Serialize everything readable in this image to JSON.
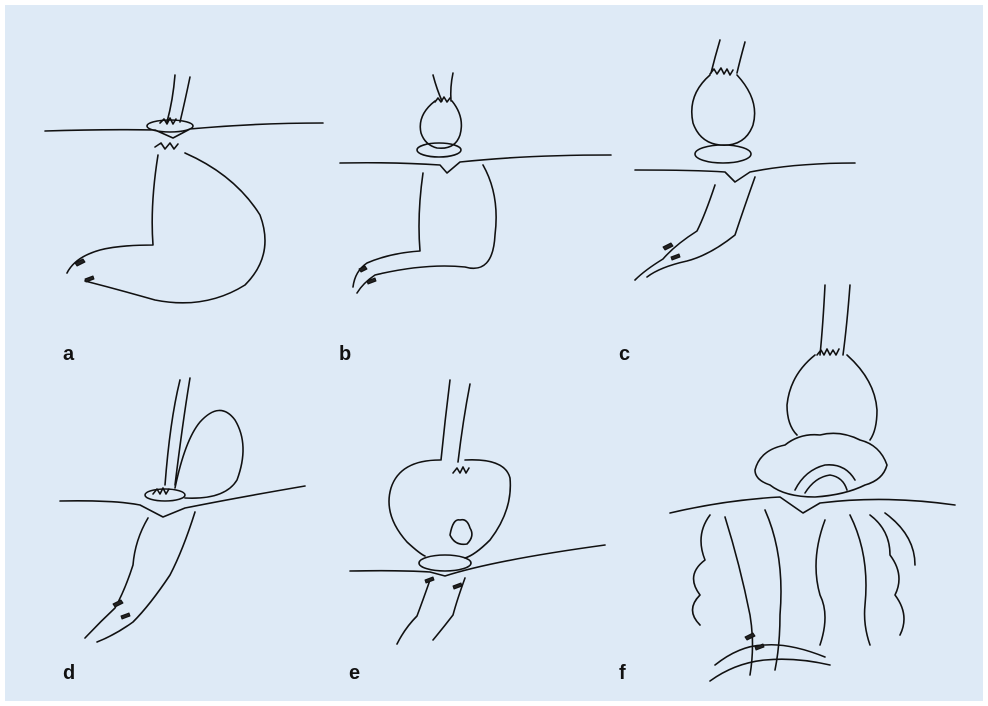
{
  "figure": {
    "panels": [
      {
        "id": "a",
        "label": "a"
      },
      {
        "id": "b",
        "label": "b"
      },
      {
        "id": "c",
        "label": "c"
      },
      {
        "id": "d",
        "label": "d"
      },
      {
        "id": "e",
        "label": "e"
      },
      {
        "id": "f",
        "label": "f"
      }
    ],
    "background_color": "#deeaf6",
    "line_color": "#111111"
  }
}
